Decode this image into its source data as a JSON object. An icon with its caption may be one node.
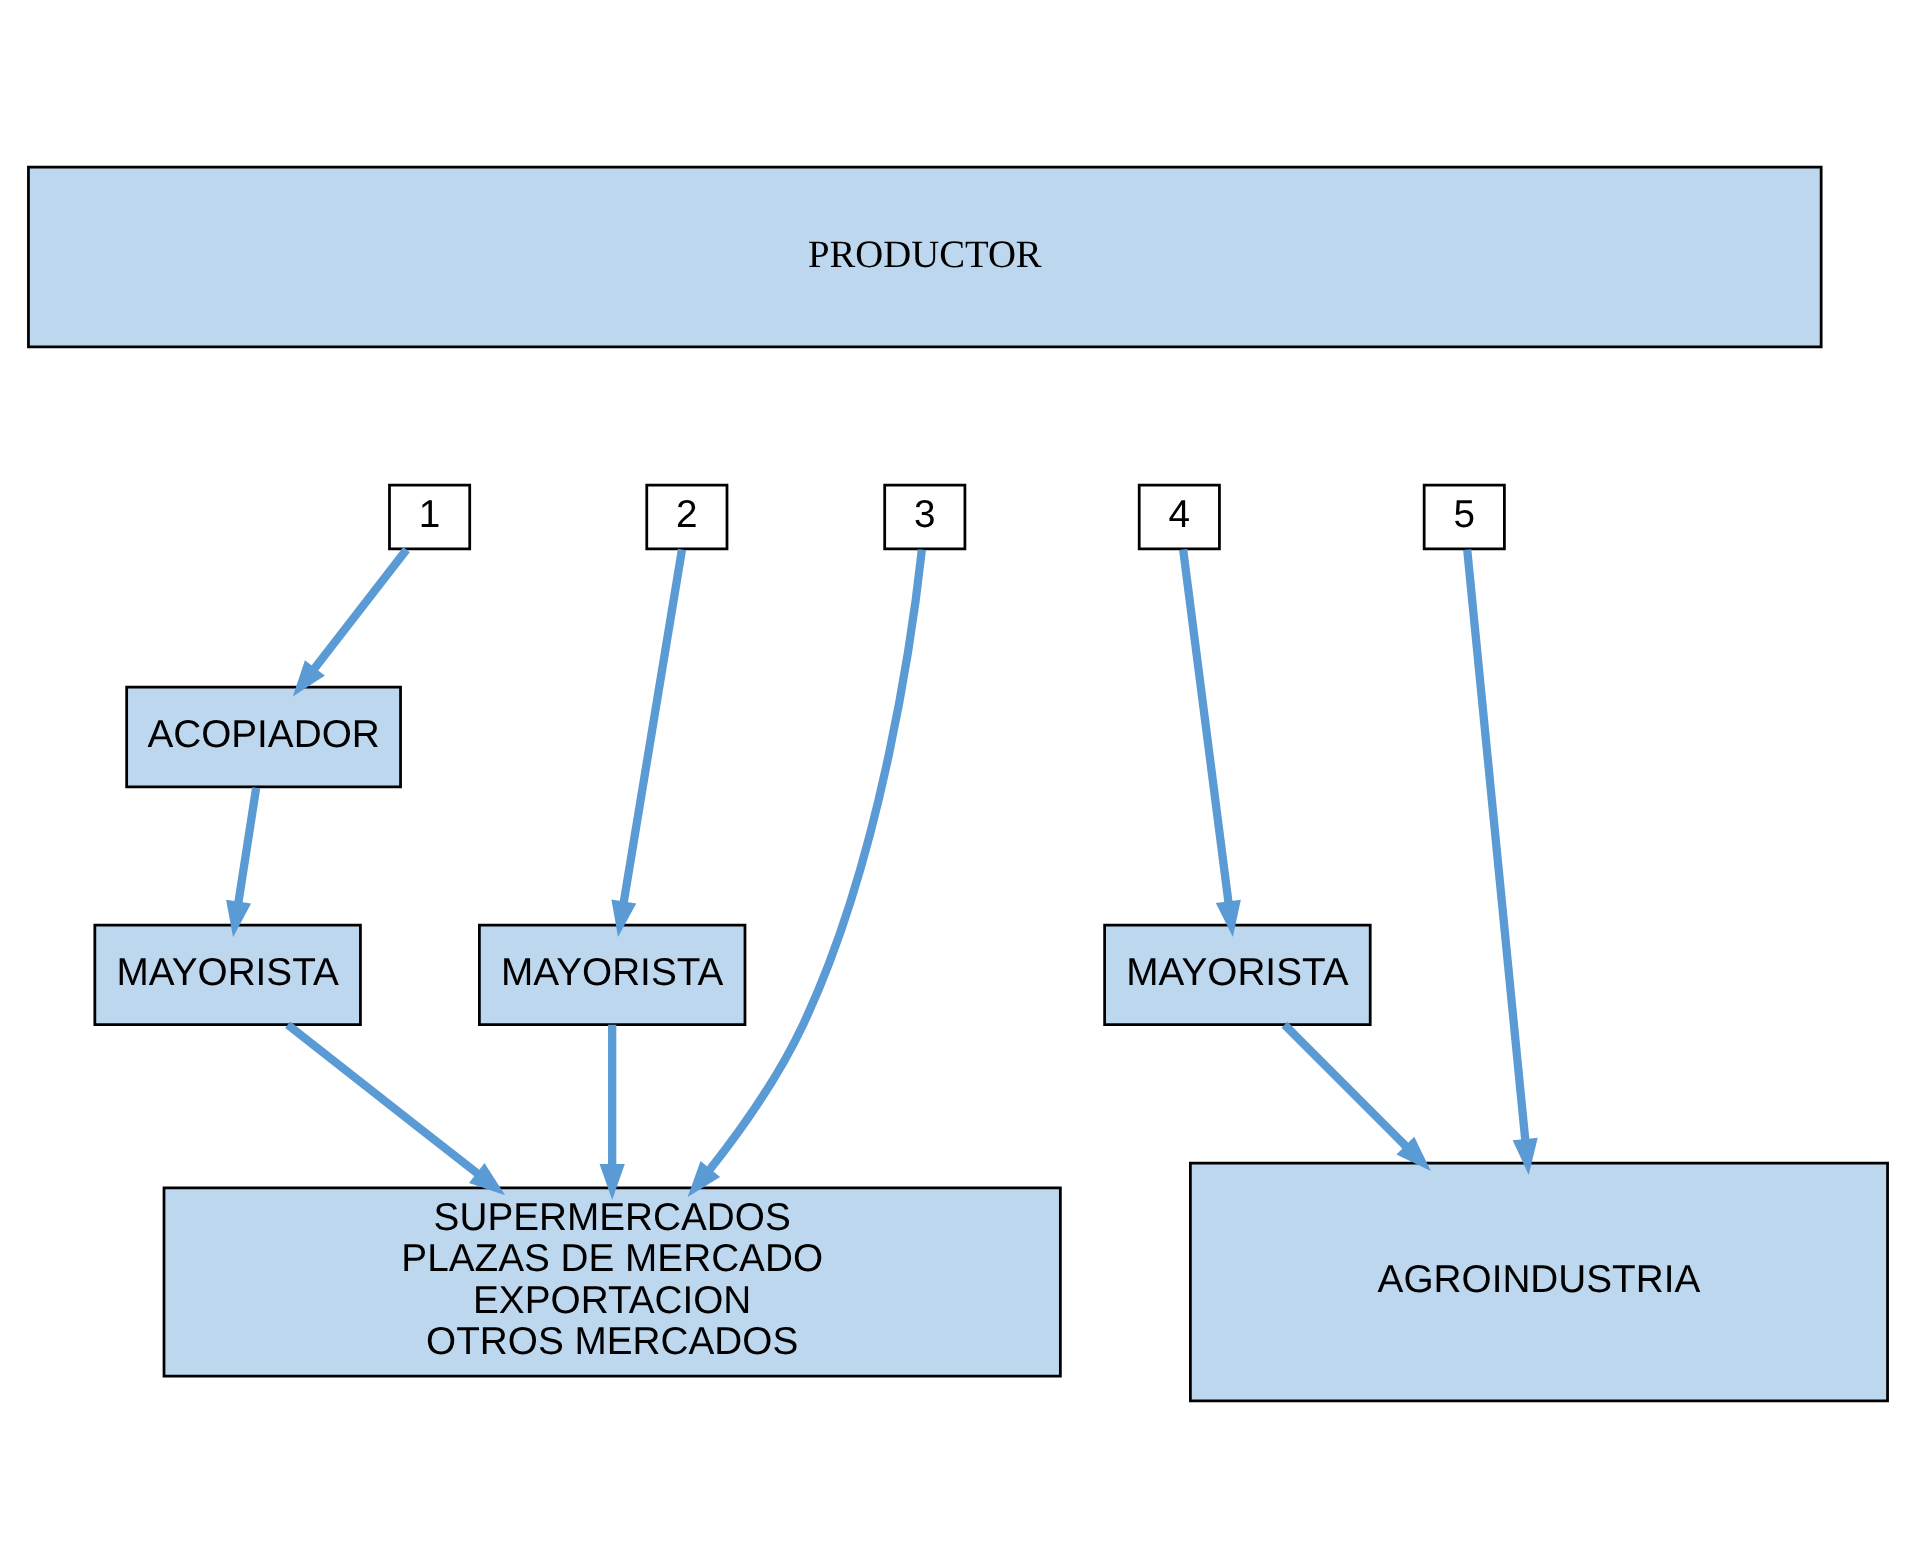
{
  "diagram": {
    "nodes": [
      {
        "text": [
          "PRODUCTOR"
        ]
      },
      {
        "text": [
          "1"
        ]
      },
      {
        "text": [
          "2"
        ]
      },
      {
        "text": [
          "3"
        ]
      },
      {
        "text": [
          "4"
        ]
      },
      {
        "text": [
          "5"
        ]
      },
      {
        "text": [
          "ACOPIADOR"
        ]
      },
      {
        "text": [
          "MAYORISTA"
        ]
      },
      {
        "text": [
          "MAYORISTA"
        ]
      },
      {
        "text": [
          "MAYORISTA"
        ]
      },
      {
        "text": [
          "SUPERMERCADOS",
          "PLAZAS DE MERCADO",
          "EXPORTACION",
          "OTROS MERCADOS"
        ]
      },
      {
        "text": [
          "AGROINDUSTRIA"
        ]
      }
    ],
    "edges": [
      {
        "from": 1,
        "to": 6,
        "arrow": "to"
      },
      {
        "from": 6,
        "to": 7,
        "arrow": "to"
      },
      {
        "from": 7,
        "to": 10,
        "arrow": "to"
      },
      {
        "from": 2,
        "to": 8,
        "arrow": "to"
      },
      {
        "from": 8,
        "to": 10,
        "arrow": "to"
      },
      {
        "from": 3,
        "to": 10,
        "arrow": "to"
      },
      {
        "from": 4,
        "to": 9,
        "arrow": "to"
      },
      {
        "from": 9,
        "to": 11,
        "arrow": "to"
      },
      {
        "from": 5,
        "to": 11,
        "arrow": "to"
      }
    ]
  }
}
